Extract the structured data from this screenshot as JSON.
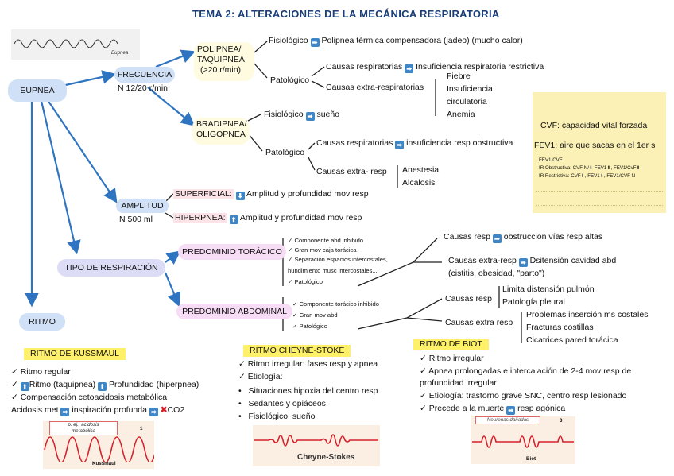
{
  "title": "TEMA 2: ALTERACIONES DE LA MECÁNICA RESPIRATORIA",
  "colors": {
    "blue_line": "#2f74c0",
    "node_blue": "#cfe0f7",
    "node_purple": "#dcdcf7",
    "highlight": "#fff06a",
    "note_bg": "#fbf1b6",
    "wave": "#d4202a"
  },
  "icons": {
    "arrow": "arrow-right-icon",
    "up": "arrow-up-icon",
    "down": "arrow-down-icon",
    "check": "check-icon",
    "cross": "cross-icon"
  },
  "eupnea_thumb_label": "Eupnea",
  "nodes": {
    "eupnea": "EUPNEA",
    "frecuencia": "FRECUENCIA",
    "frecuencia_sub": "N 12/20 r/min",
    "polipnea": [
      "POLIPNEA/",
      "TAQUIPNEA",
      "(>20 r/min)"
    ],
    "bradipnea": [
      "BRADIPNEA/",
      "OLIGOPNEA"
    ],
    "amplitud": "AMPLITUD",
    "amplitud_sub": "N 500 ml",
    "tipo": "TIPO DE RESPIRACIÓN",
    "ritmo": "RITMO",
    "toracico": "PREDOMINIO TORÁCICO",
    "abdominal": "PREDOMINIO ABDOMINAL"
  },
  "frecuencia": {
    "poli_fisiologico": "Fisiológico",
    "poli_fisiologico_result": "Polipnea térmica compensadora (jadeo) (mucho calor)",
    "poli_patologico": "Patológico",
    "poli_causas_resp": "Causas respiratorias",
    "poli_causas_resp_result": "Insuficiencia respiratoria restrictiva",
    "poli_causas_extra": "Causas extra-respiratorias",
    "poli_extra_list": [
      "Fiebre",
      "Insuficiencia",
      "circulatoria",
      "Anemia"
    ],
    "bradi_fisiologico": "Fisiológico",
    "bradi_fisiologico_result": "sueño",
    "bradi_patologico": "Patológico",
    "bradi_causas_resp": "Causas respiratorias",
    "bradi_causas_resp_result": "insuficiencia resp obstructiva",
    "bradi_causas_extra": "Causas extra- resp",
    "bradi_extra_list": [
      "Anestesia",
      "Alcalosis"
    ]
  },
  "amplitud": {
    "superficial": "SUPERFICIAL:",
    "superficial_text": "Amplitud y profundidad mov resp",
    "hiperpnea": "HIPERPNEA:",
    "hiperpnea_text": "Amplitud y profundidad mov resp"
  },
  "note": {
    "cvf": "CVF: capacidad vital forzada",
    "fev1": "FEV1: aire que sacas en el 1er s",
    "line1": "FEV1/CVF",
    "line2a": "IR Obstructiva: CVF N/",
    "line2b": " FEV1",
    "line2c": ", FEV1/CvF",
    "line3a": "IR Restrictiva: CVF",
    "line3b": ", FEV1",
    "line3c": ", FEV1/CVF N"
  },
  "toracico": {
    "items": [
      "Componente abd inhibido",
      "Gran mov caja torácica",
      "Separación espacios intercostales,",
      "hundimiento musc intercostales...",
      "Patológico"
    ],
    "causas_resp": "Causas resp",
    "causas_resp_result": "obstrucción vías resp altas",
    "causas_extra": "Causas extra-resp",
    "causas_extra_result": "Dsitensión cavidad abd",
    "causas_extra_result2": "(cistitis, obesidad, \"parto\")"
  },
  "abdominal": {
    "items": [
      "Componente torácico inhibido",
      "Gran mov abd",
      "Patológico"
    ],
    "causas_resp": "Causas resp",
    "causas_resp_list": [
      "Limita distensión pulmón",
      "Patología pleural"
    ],
    "causas_extra": "Causas extra resp",
    "causas_extra_list": [
      "Problemas inserción ms costales",
      "Fracturas costillas",
      "Cicatrices pared torácica"
    ]
  },
  "kussmaul": {
    "title": "RITMO DE KUSSMAUL",
    "item1": "Ritmo regular",
    "item2a": "Ritmo (taquipnea)",
    "item2b": "Profundidad (hiperpnea)",
    "item3": "Compensación cetoacidosis metabólica",
    "item4a": "Acidosis met",
    "item4b": "inspiración profunda",
    "item4c": "CO2",
    "fig_label_top": "p. ej., acidosis",
    "fig_label_top2": "metabólica",
    "fig_number": "1",
    "fig_caption": "Kussmaul"
  },
  "cheyne": {
    "title": "RITMO CHEYNE-STOKE",
    "item1": "Ritmo irregular: fases resp y apnea",
    "item2": "Etiología:",
    "bullets": [
      "Situaciones hipoxia del centro resp",
      "Sedantes y opiáceos",
      "Fisiológico: sueño"
    ],
    "fig_caption": "Cheyne-Stokes"
  },
  "biot": {
    "title": "RITMO DE BIOT",
    "item1": "Ritmo irregular",
    "item2": "Apnea prolongadas e intercalación de 2-4 mov resp de",
    "item2b": "profundidad irregular",
    "item3": "Etiología: trastorno grave SNC, centro resp lesionado",
    "item4a": "Precede a la muerte",
    "item4b": "resp agónica",
    "fig_label_top": "Neuronas dañadas",
    "fig_number": "3",
    "fig_caption": "Biot"
  }
}
